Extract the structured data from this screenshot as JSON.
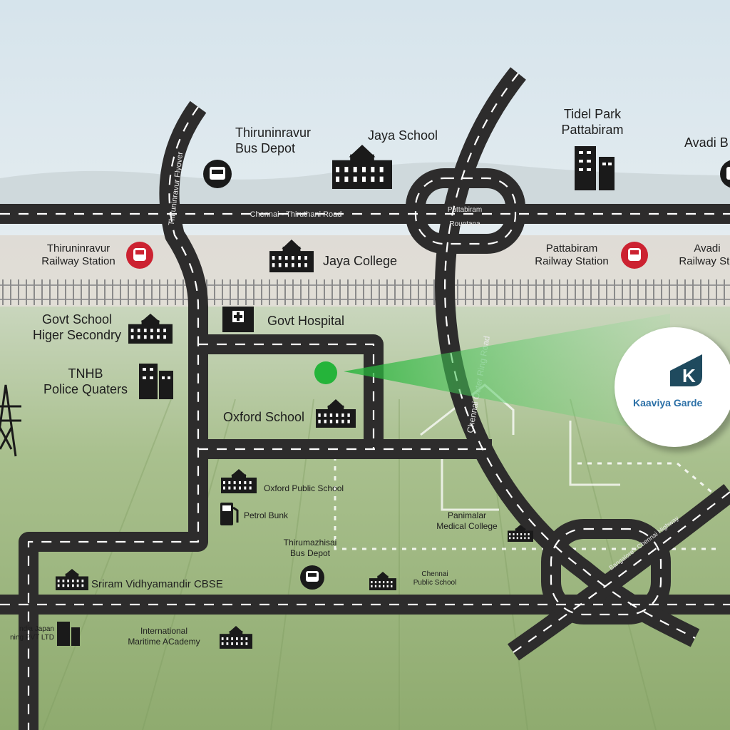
{
  "colors": {
    "road": "#2d2c2c",
    "road_dash": "#ffffff",
    "marker": "#25b43a",
    "beam": "#3ccf50",
    "station_red": "#cc2231",
    "icon": "#1a1a1a",
    "sky_top": "#d8e6ee",
    "field": "#97b27a",
    "logo_text": "#2a6fa6",
    "logo_leaf": "#1f4a5e"
  },
  "roads": {
    "chennai_thiruthani": "Chennai  -  Thiruthani Road",
    "pattabiram_rountana_line1": "Pattabiram",
    "pattabiram_rountana_line2": "Rountana",
    "flyover": "Thiruninravur Flyover",
    "outer_ring": "Chennai Outer Ring Road",
    "bangalore_chennai": "Bangalore - Chennai Highway"
  },
  "places": {
    "thiruninravur_bus_depot": [
      "Thiruninravur",
      "Bus Depot"
    ],
    "jaya_school": "Jaya School",
    "tidel_park": [
      "Tidel Park",
      "Pattabiram"
    ],
    "avadi_bus": "Avadi B",
    "thiruninravur_railway": [
      "Thiruninravur",
      "Railway Station"
    ],
    "jaya_college": "Jaya College",
    "pattabiram_railway": [
      "Pattabiram",
      "Railway Station"
    ],
    "avadi_railway": [
      "Avadi",
      "Railway Sta"
    ],
    "govt_school": [
      "Govt School",
      "Higer Secondry"
    ],
    "govt_hospital": "Govt Hospital",
    "tnhb_police": [
      "TNHB",
      "Police Quaters"
    ],
    "oxford_school": "Oxford School",
    "oxford_public_school": "Oxford Public School",
    "petrol_bunk": "Petrol Bunk",
    "panimalar": [
      "Panimalar",
      "Medical College"
    ],
    "thirumazhisai_bus_depot": [
      "Thirumazhisai",
      "Bus Depot"
    ],
    "sriram_vidhyamandir": "Sriram Vidhyamandir CBSE",
    "chennai_public_school": [
      "Chennai",
      "Public School"
    ],
    "india_japan": [
      "ndia Japan",
      "ning PVT LTD"
    ],
    "international_maritime": [
      "International",
      "Maritime ACademy"
    ]
  },
  "icons": [
    "bus-icon",
    "school-icon",
    "office-building-icon",
    "train-icon",
    "hospital-icon",
    "petrol-pump-icon",
    "transmission-tower-icon",
    "location-marker-icon"
  ],
  "logo": {
    "letter": "K",
    "name": "Kaaviya Garde"
  }
}
